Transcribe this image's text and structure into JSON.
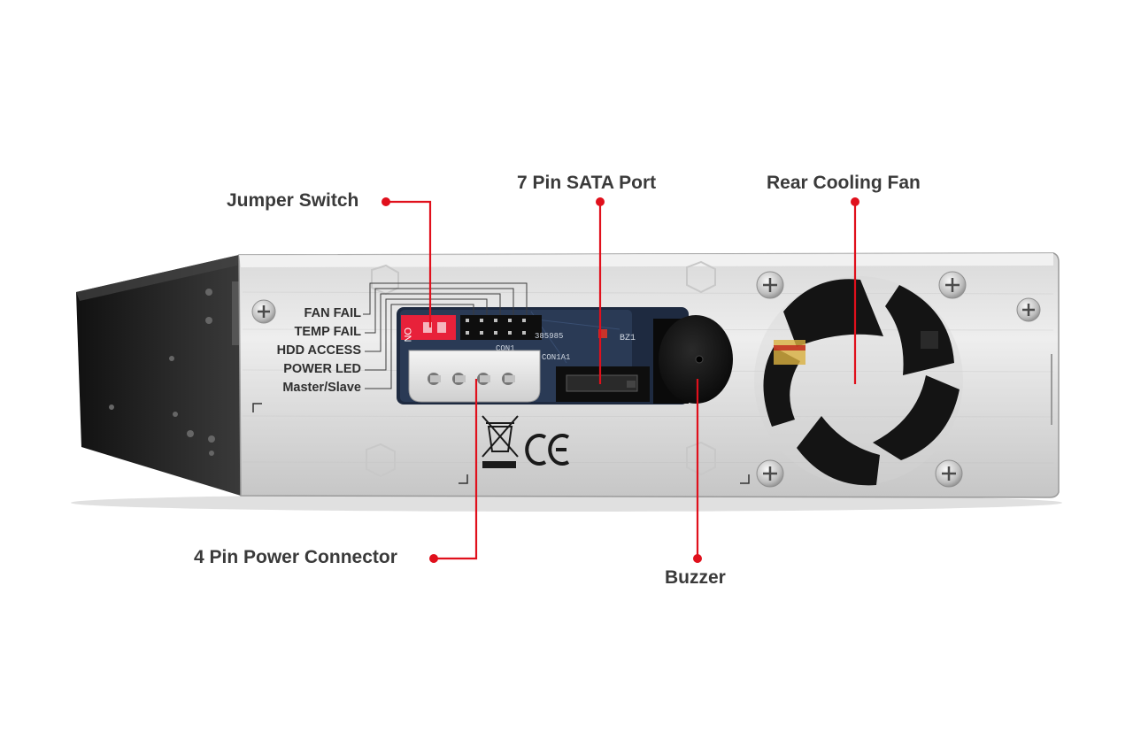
{
  "callouts": {
    "jumper_switch": "Jumper Switch",
    "sata_port": "7 Pin SATA Port",
    "rear_cooling_fan": "Rear Cooling Fan",
    "power_connector": "4 Pin Power Connector",
    "buzzer": "Buzzer"
  },
  "jumper_labels": [
    "FAN FAIL",
    "TEMP FAIL",
    "HDD ACCESS",
    "POWER LED",
    "Master/Slave"
  ],
  "pcb_marks": {
    "switch_text": "ON",
    "con1": "CON1",
    "con1a1": "CON1A1",
    "bz1": "BZ1",
    "code": "385985"
  },
  "colors": {
    "callout_line": "#e0101c",
    "callout_text": "#3a3a3a",
    "dip_switch": "#e8213a",
    "pcb": "#2a3a55"
  },
  "icons": [
    "weee-bin-icon",
    "ce-mark-icon",
    "screw-icon"
  ]
}
